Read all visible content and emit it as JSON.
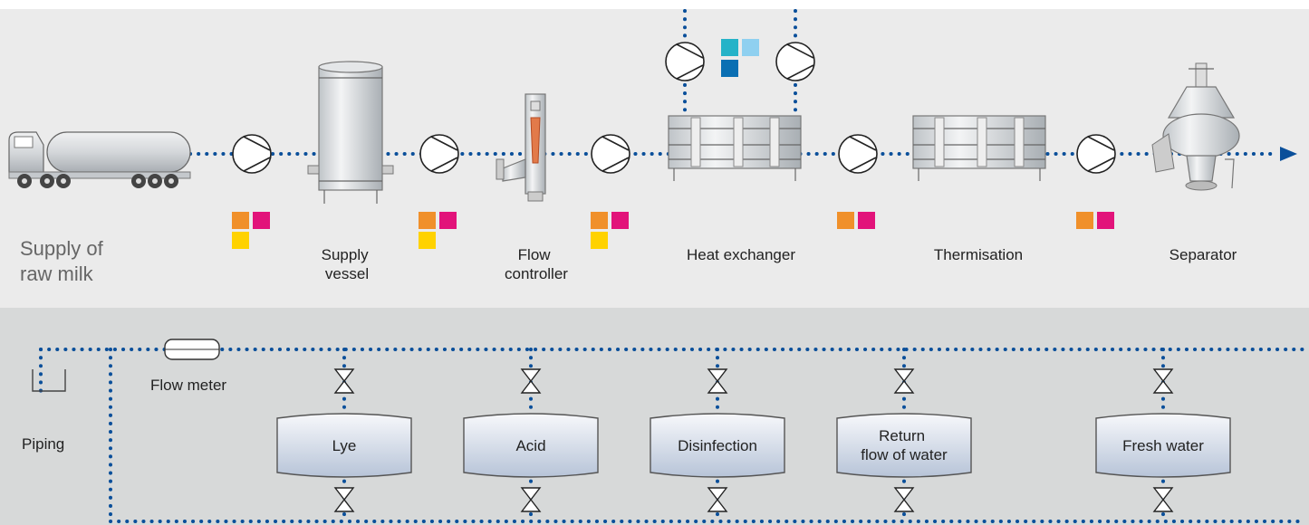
{
  "process": {
    "stations": {
      "supply_of_raw_milk": [
        "Supply of",
        "raw milk"
      ],
      "supply_vessel": [
        "Supply",
        "vessel"
      ],
      "flow_controller": [
        "Flow",
        "controller"
      ],
      "heat_exchanger": [
        "Heat exchanger"
      ],
      "thermisation": [
        "Thermisation"
      ],
      "separator": [
        "Separator"
      ]
    }
  },
  "cleaning": {
    "piping_label": "Piping",
    "flow_meter_label": "Flow meter",
    "tanks": [
      {
        "lines": [
          "Lye"
        ]
      },
      {
        "lines": [
          "Acid"
        ]
      },
      {
        "lines": [
          "Disinfection"
        ]
      },
      {
        "lines": [
          "Return",
          "flow of water"
        ]
      },
      {
        "lines": [
          "Fresh water"
        ]
      }
    ]
  },
  "colors": {
    "top_panel": "#ebebeb",
    "bottom_panel": "#d7d9d9",
    "pipe": "#0a4f9a",
    "orange": "#f0902a",
    "magenta": "#e2137a",
    "yellow": "#ffd200",
    "teal": "#25b3c8",
    "light_blue": "#8fd0f0",
    "dark_blue": "#0a6fb3"
  },
  "icons": [
    "tanker-truck-icon",
    "pump-icon",
    "valve-icon",
    "tank-icon",
    "flow-meter-icon",
    "plate-heat-exchanger-icon",
    "separator-icon",
    "arrow-right-icon"
  ]
}
